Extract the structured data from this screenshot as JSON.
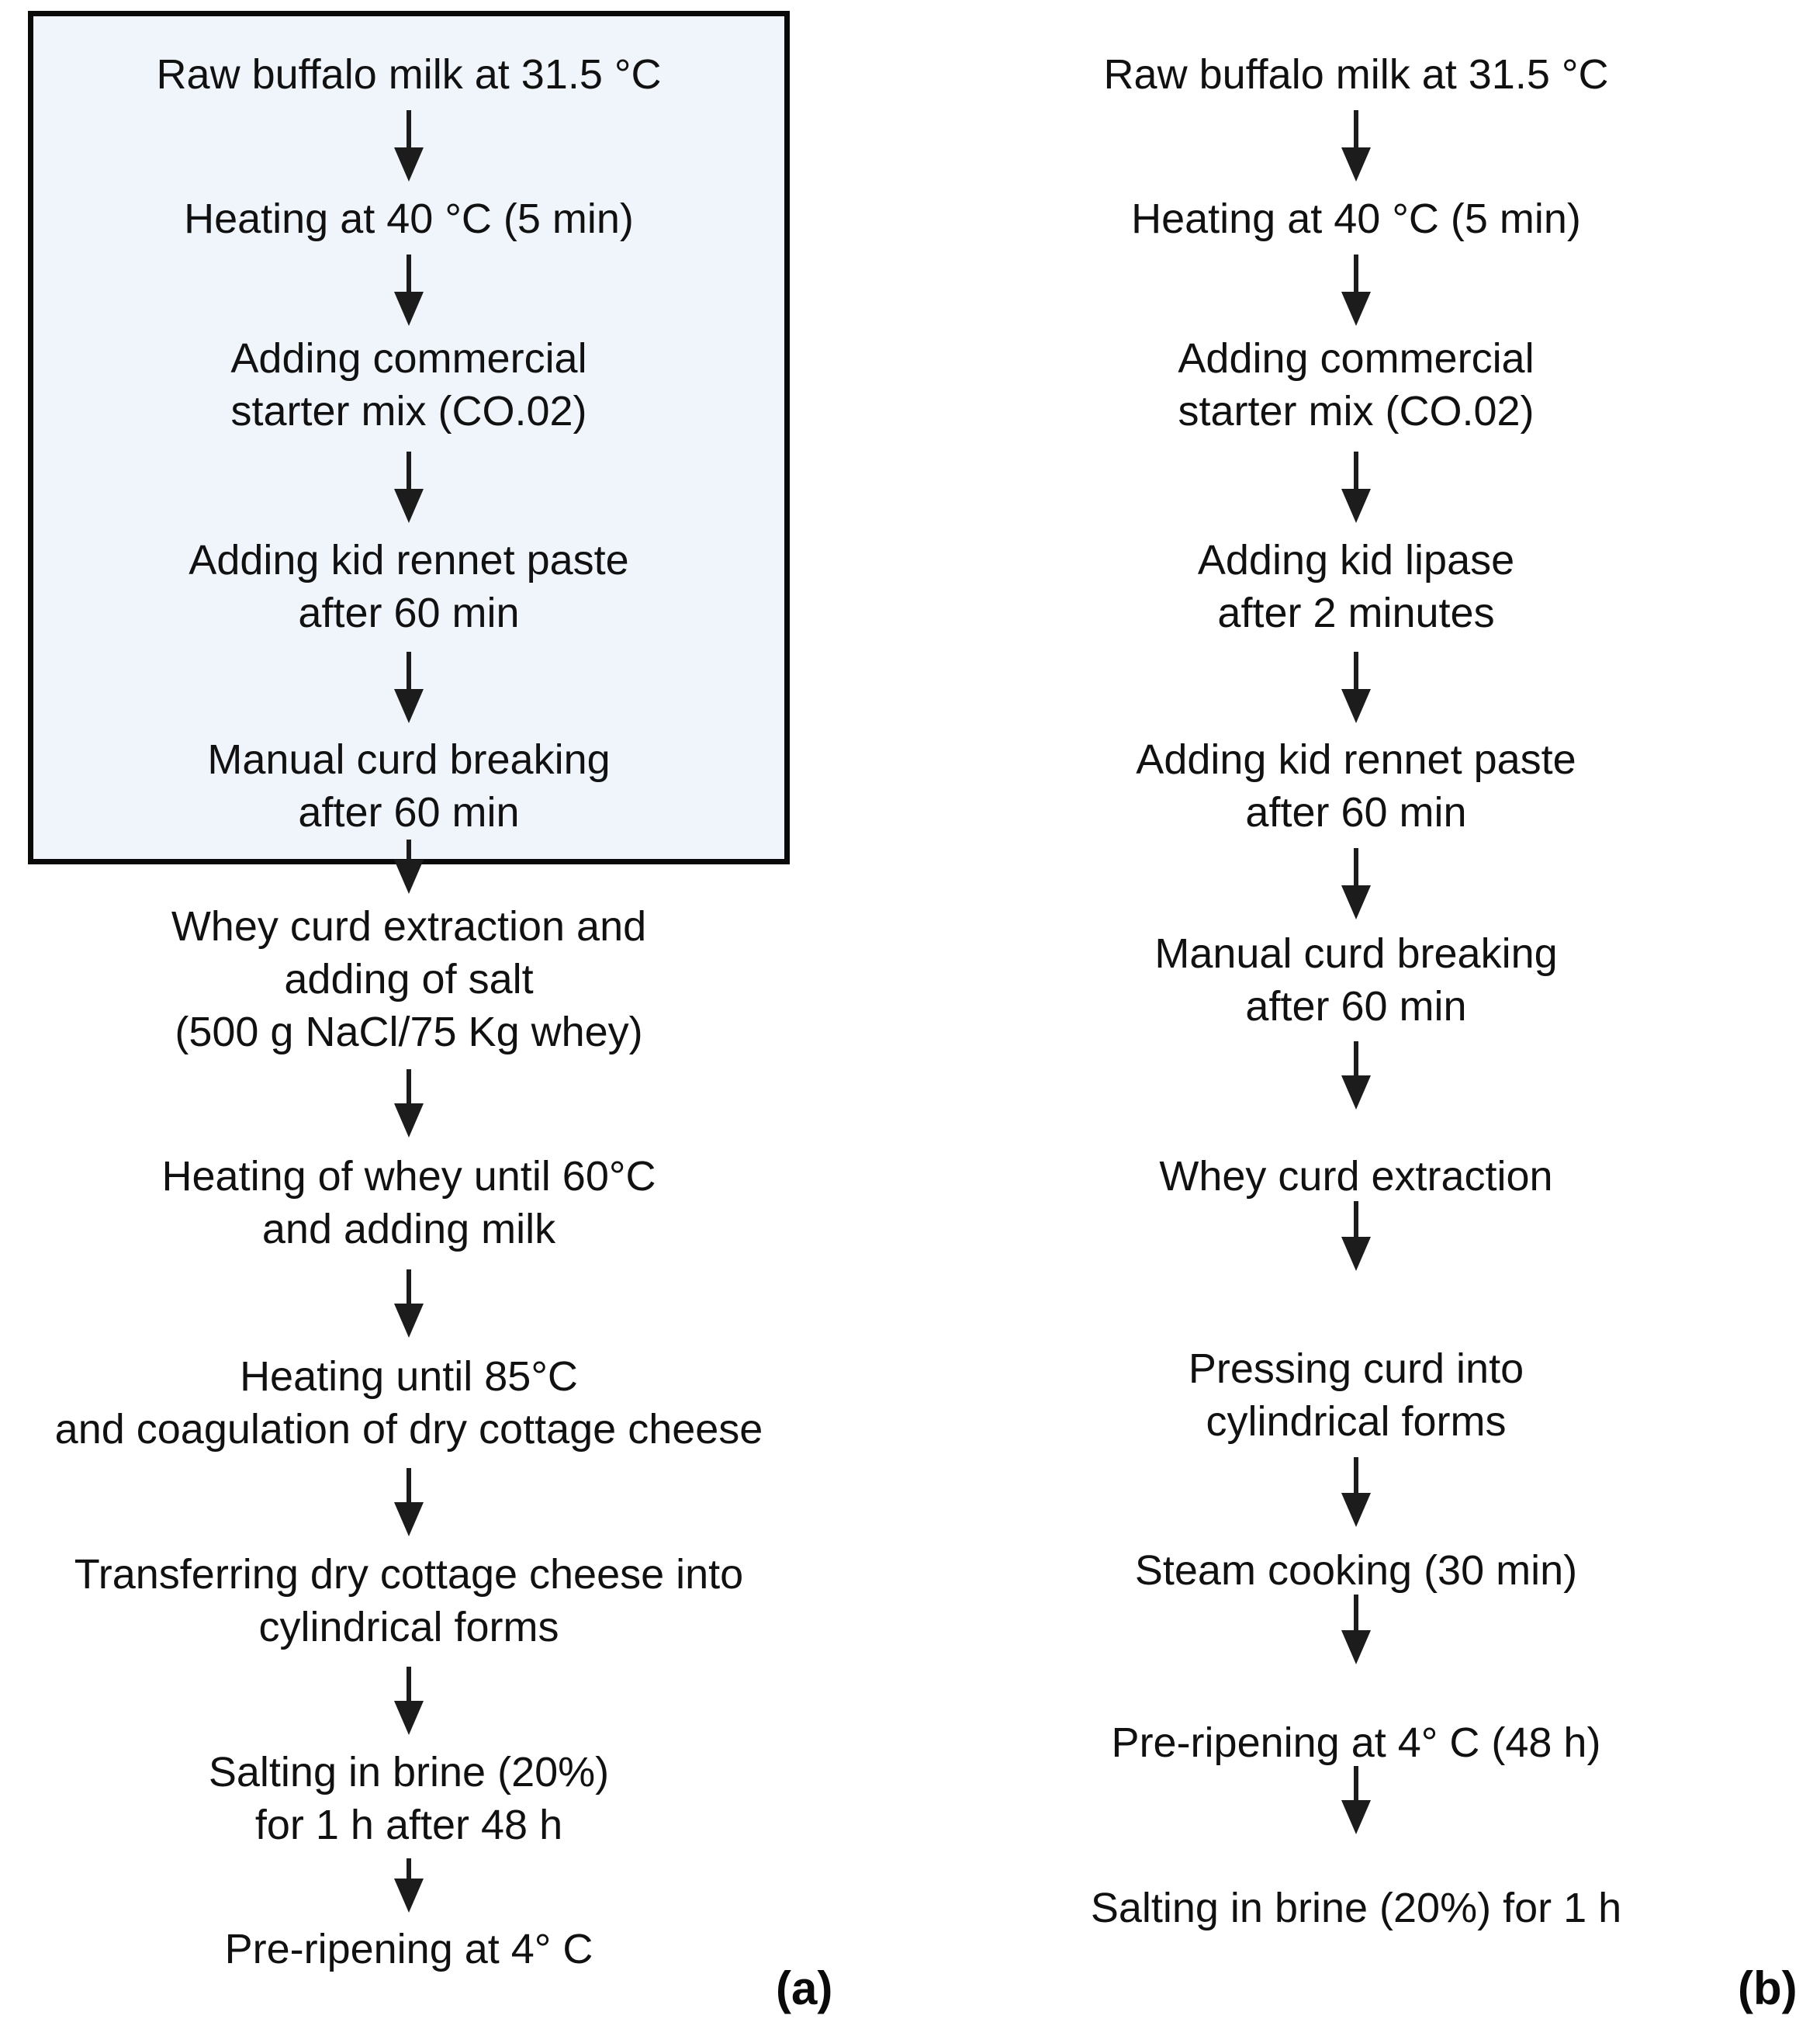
{
  "figure": {
    "labels": {
      "a": "(a)",
      "b": "(b)"
    },
    "colors": {
      "background": "#ffffff",
      "box_fill": "#f0f4fb",
      "box_border": "#0a0a0a",
      "text": "#111111",
      "arrow": "#1c1c1c"
    },
    "flow_a": {
      "steps": [
        "Raw buffalo milk at 31.5 °C",
        "Heating at 40 °C (5 min)",
        "Adding commercial\nstarter mix (CO.02)",
        "Adding kid rennet paste\nafter 60 min",
        "Manual curd breaking\nafter 60 min",
        "Whey curd extraction and\nadding of salt\n(500 g NaCl/75 Kg whey)",
        "Heating of whey until 60°C\nand adding milk",
        "Heating until 85°C\nand coagulation of dry cottage cheese",
        "Transferring dry cottage cheese into\ncylindrical forms",
        "Salting in brine (20%)\nfor 1 h after 48 h",
        "Pre-ripening at 4° C"
      ]
    },
    "flow_b": {
      "steps": [
        "Raw buffalo milk at 31.5 °C",
        "Heating at 40 °C (5 min)",
        "Adding commercial\nstarter mix (CO.02)",
        "Adding kid lipase\nafter 2 minutes",
        "Adding kid rennet paste\nafter 60 min",
        "Manual curd breaking\nafter 60 min",
        "Whey curd extraction",
        "Pressing curd into\ncylindrical forms",
        "Steam cooking (30 min)",
        "Pre-ripening at 4° C (48 h)",
        "Salting in brine (20%) for 1 h"
      ]
    }
  }
}
